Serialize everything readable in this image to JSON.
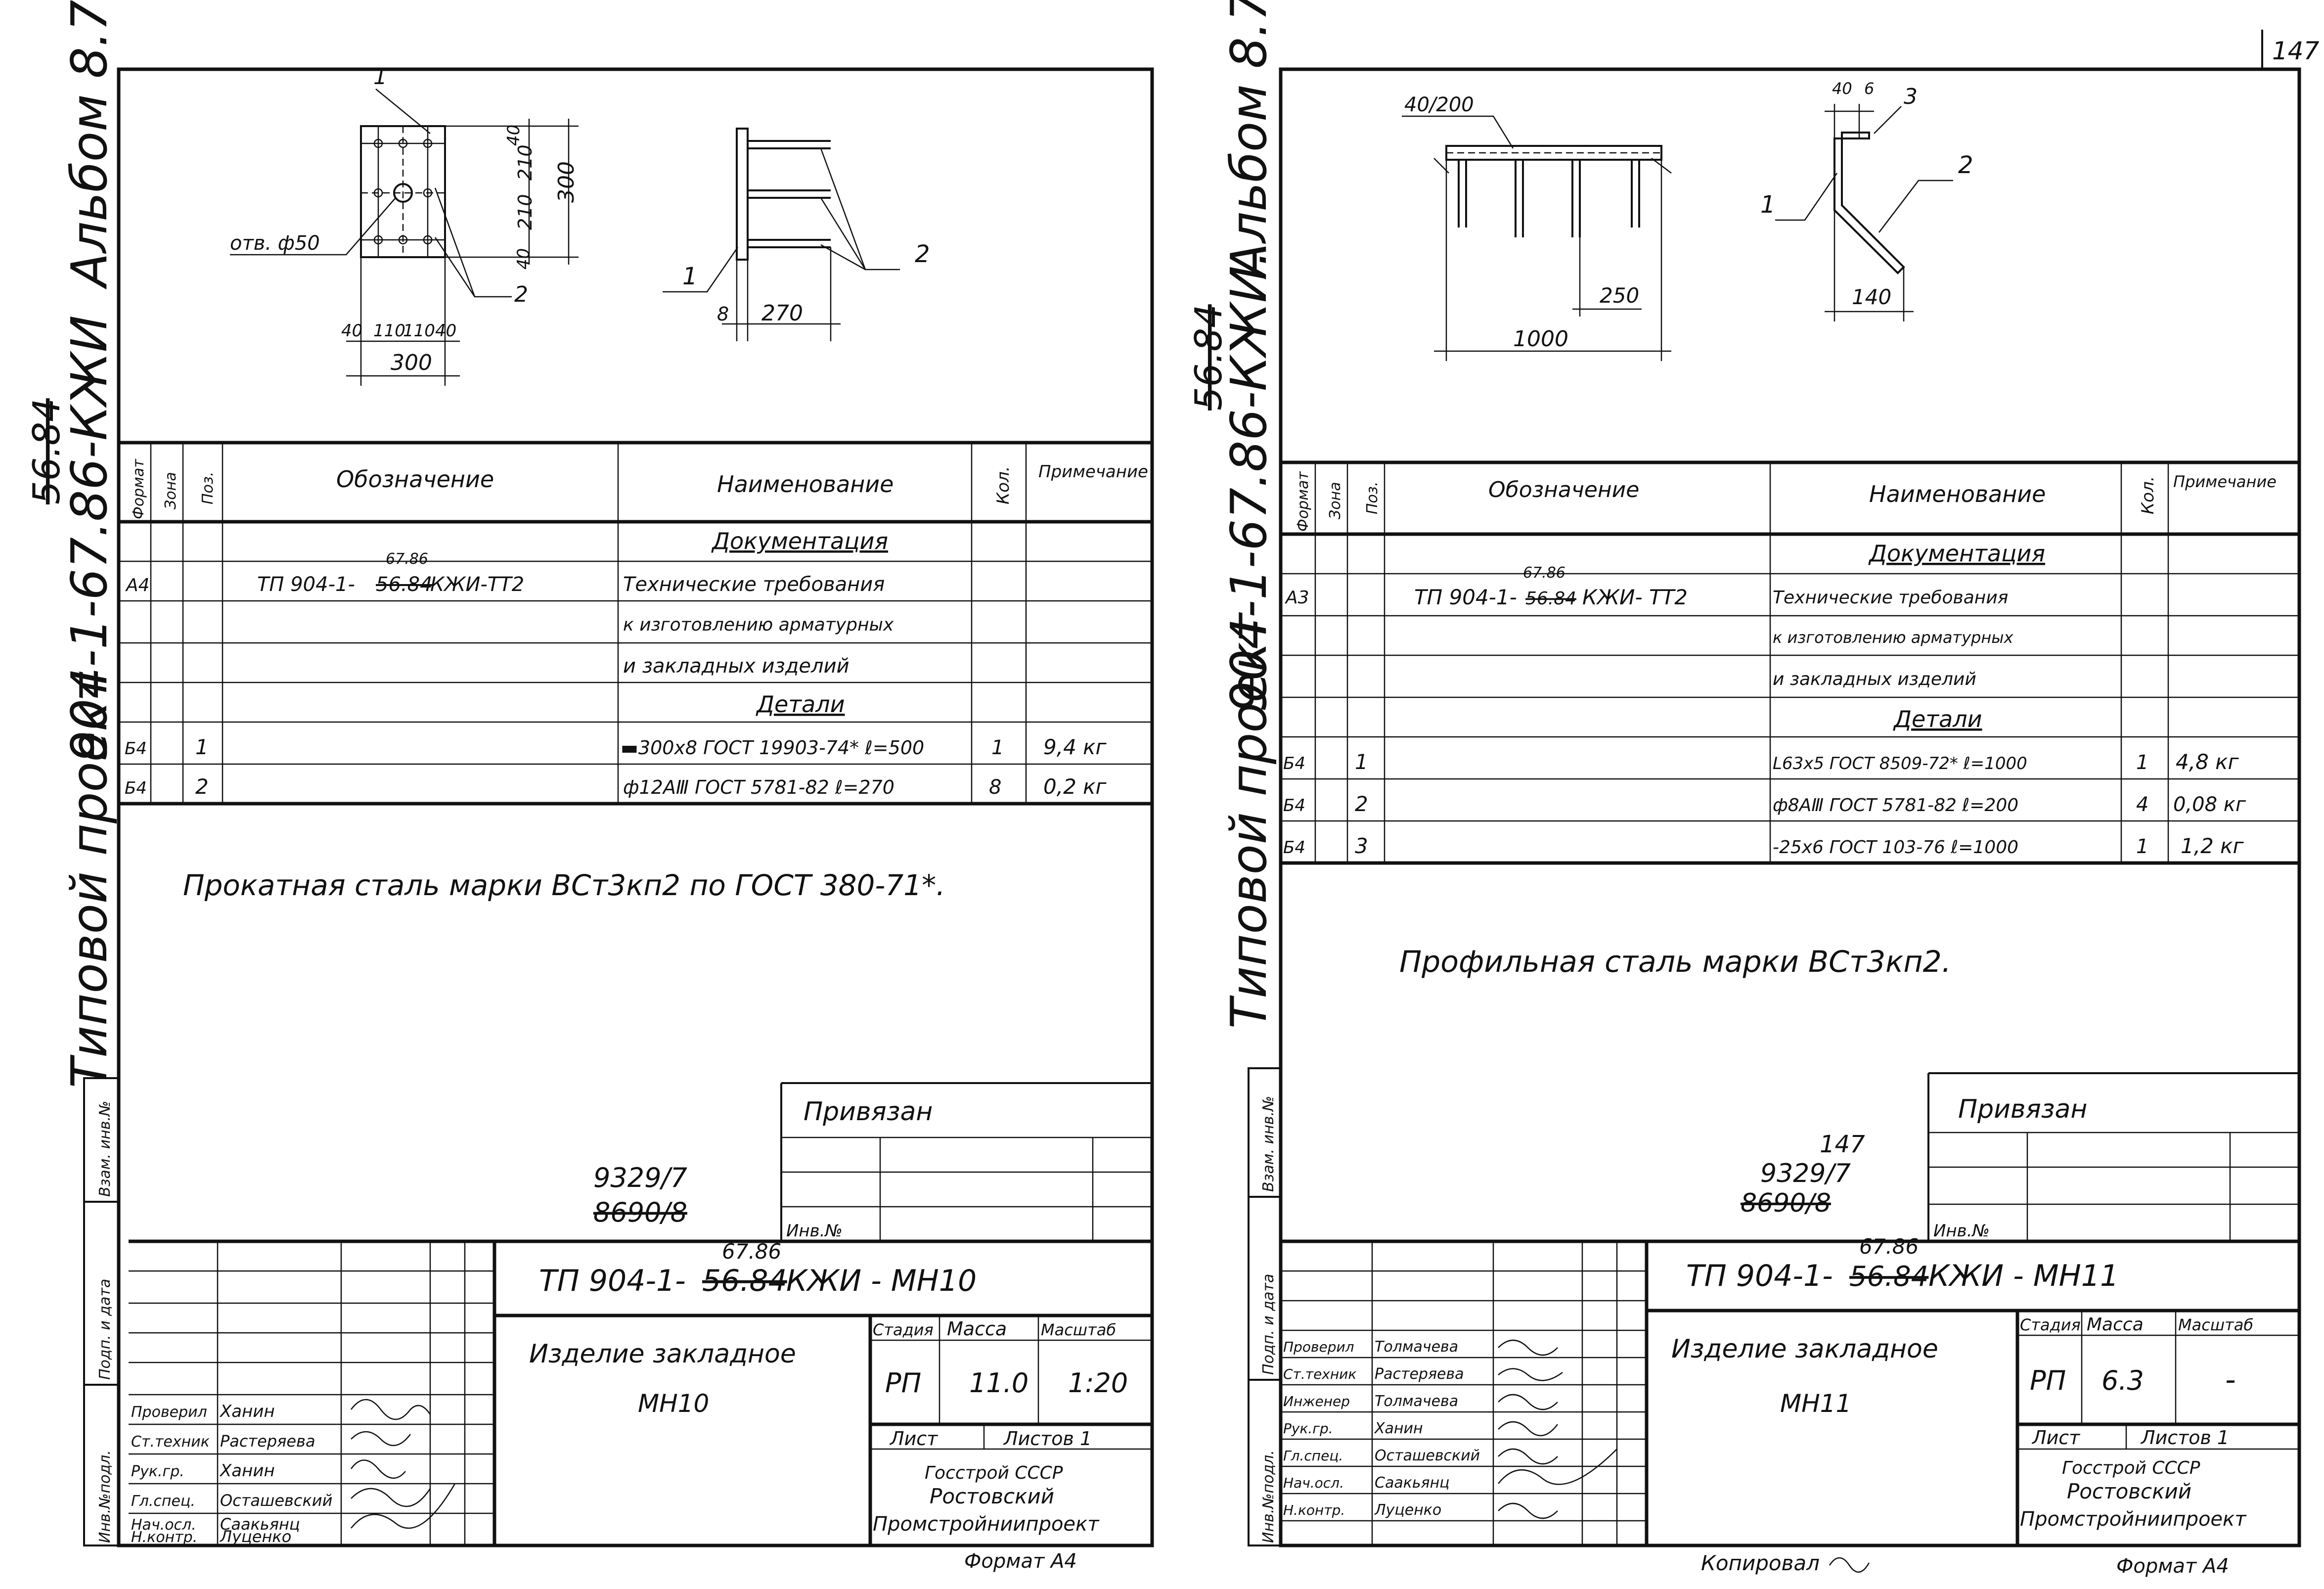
{
  "page_number": "147",
  "left": {
    "side_label": {
      "project": "Типовой проект",
      "designation": "904-1-67.86-КЖИ",
      "old_designation": "56.84",
      "album": "Альбом 8.7"
    },
    "drawings": {
      "plate_view": {
        "hole_label": "отв. ф50",
        "leader_1": "1",
        "leader_2": "2",
        "dims_vertical": [
          "40",
          "210",
          "210",
          "40"
        ],
        "dim_total_v": "300",
        "dims_horizontal": [
          "40",
          "110",
          "110",
          "40"
        ],
        "dim_total_h": "300"
      },
      "side_view": {
        "leader_1": "1",
        "leader_2": "2",
        "dim_thickness": "8",
        "dim_length": "270"
      }
    },
    "spec": {
      "headers": {
        "format": "Формат",
        "zone": "Зона",
        "pos": "Поз.",
        "designation": "Обозначение",
        "name": "Наименование",
        "qty": "Кол.",
        "note": "Примечание"
      },
      "doc_section": "Документация",
      "doc_row": {
        "format": "А4",
        "designation": "ТП 904-1-",
        "des_strike": "56.84",
        "des_new": "67.86",
        "des_suffix": "КЖИ-ТТ2"
      },
      "doc_name": [
        "Технические требования",
        "к изготовлению арматурных",
        "и закладных изделий"
      ],
      "parts_section": "Детали",
      "rows": [
        {
          "format": "Б4",
          "pos": "1",
          "name": "▬300х8 ГОСТ 19903-74* ℓ=500",
          "qty": "1",
          "note": "9,4 кг"
        },
        {
          "format": "Б4",
          "pos": "2",
          "name": "ф12АⅢ ГОСТ 5781-82 ℓ=270",
          "qty": "8",
          "note": "0,2 кг"
        }
      ]
    },
    "material_note": "Прокатная сталь марки ВСт3кп2 по ГОСТ 380-71*.",
    "privyazan": "Привязан",
    "inv_no": "Инв.№",
    "archive_new": "9329/7",
    "archive_old": "8690/8",
    "vertical_stamp": [
      "Инв.№подл.",
      "Подп. и дата",
      "Взам. инв.№"
    ],
    "title_block": {
      "code_prefix": "ТП 904-1-",
      "code_strike": "56.84",
      "code_new": "67.86",
      "code_suffix": "КЖИ - МН10",
      "product_line1": "Изделие закладное",
      "product_line2": "МН10",
      "stage_h": "Стадия",
      "mass_h": "Масса",
      "scale_h": "Масштаб",
      "stage": "РП",
      "mass": "11.0",
      "scale": "1:20",
      "sheet": "Лист",
      "sheets": "Листов 1",
      "org": [
        "Госстрой СССР",
        "Ростовский",
        "Промстройниипроект"
      ],
      "signers": [
        {
          "role": "Проверил",
          "name": "Ханин"
        },
        {
          "role": "Ст.техник",
          "name": "Растеряева"
        },
        {
          "role": "Рук.гр.",
          "name": "Ханин"
        },
        {
          "role": "Гл.спец.",
          "name": "Осташевский"
        },
        {
          "role": "Нач.осл.",
          "name": "Саакьянц"
        },
        {
          "role": "Н.контр.",
          "name": "Луценко"
        }
      ],
      "format": "Формат А4"
    }
  },
  "right": {
    "side_label": {
      "project": "Типовой проект",
      "designation": "904-1-67.86-КЖИ.",
      "old_designation": "56.84",
      "album": "Альбом 8.7"
    },
    "drawings": {
      "front_view": {
        "pitch_label": "40/200",
        "dim_spacing": "250",
        "dim_length": "1000"
      },
      "section_view": {
        "dim_a": "40",
        "dim_b": "6",
        "leader_1": "1",
        "leader_2": "2",
        "leader_3": "3",
        "dim_width": "140"
      }
    },
    "spec": {
      "headers": {
        "format": "Формат",
        "zone": "Зона",
        "pos": "Поз.",
        "designation": "Обозначение",
        "name": "Наименование",
        "qty": "Кол.",
        "note": "Примечание"
      },
      "doc_section": "Документация",
      "doc_row": {
        "format": "А3",
        "designation": "ТП 904-1-",
        "des_strike": "56.84",
        "des_new": "67.86",
        "des_suffix": "КЖИ- ТТ2"
      },
      "doc_name": [
        "Технические требования",
        "к изготовлению арматурных",
        "и закладных изделий"
      ],
      "parts_section": "Детали",
      "rows": [
        {
          "format": "Б4",
          "pos": "1",
          "name": "L63х5 ГОСТ 8509-72* ℓ=1000",
          "qty": "1",
          "note": "4,8 кг"
        },
        {
          "format": "Б4",
          "pos": "2",
          "name": "ф8АⅢ ГОСТ 5781-82 ℓ=200",
          "qty": "4",
          "note": "0,08 кг"
        },
        {
          "format": "Б4",
          "pos": "3",
          "name": "-25х6 ГОСТ 103-76 ℓ=1000",
          "qty": "1",
          "note": "1,2 кг"
        }
      ]
    },
    "material_note": "Профильная сталь марки ВСт3кп2.",
    "privyazan": "Привязан",
    "inv_no": "Инв.№",
    "archive_new": "9329/7",
    "archive_old": "8690/8",
    "archive_extra": "147",
    "vertical_stamp": [
      "Инв.№подл.",
      "Подп. и дата",
      "Взам. инв.№"
    ],
    "title_block": {
      "code_prefix": "ТП 904-1-",
      "code_strike": "56.84",
      "code_new": "67.86",
      "code_suffix": "КЖИ - МН11",
      "product_line1": "Изделие закладное",
      "product_line2": "МН11",
      "stage_h": "Стадия",
      "mass_h": "Масса",
      "scale_h": "Масштаб",
      "stage": "РП",
      "mass": "6.3",
      "scale": "-",
      "sheet": "Лист",
      "sheets": "Листов 1",
      "org": [
        "Госстрой СССР",
        "Ростовский",
        "Промстройниипроект"
      ],
      "signers": [
        {
          "role": "Проверил",
          "name": "Толмачева"
        },
        {
          "role": "Ст.техник",
          "name": "Растеряева"
        },
        {
          "role": "Инженер",
          "name": "Толмачева"
        },
        {
          "role": "Рук.гр.",
          "name": "Ханин"
        },
        {
          "role": "Гл.спец.",
          "name": "Осташевский"
        },
        {
          "role": "Нач.осл.",
          "name": "Саакьянц"
        },
        {
          "role": "Н.контр.",
          "name": "Луценко"
        }
      ],
      "copied": "Копировал",
      "format": "Формат А4"
    }
  }
}
